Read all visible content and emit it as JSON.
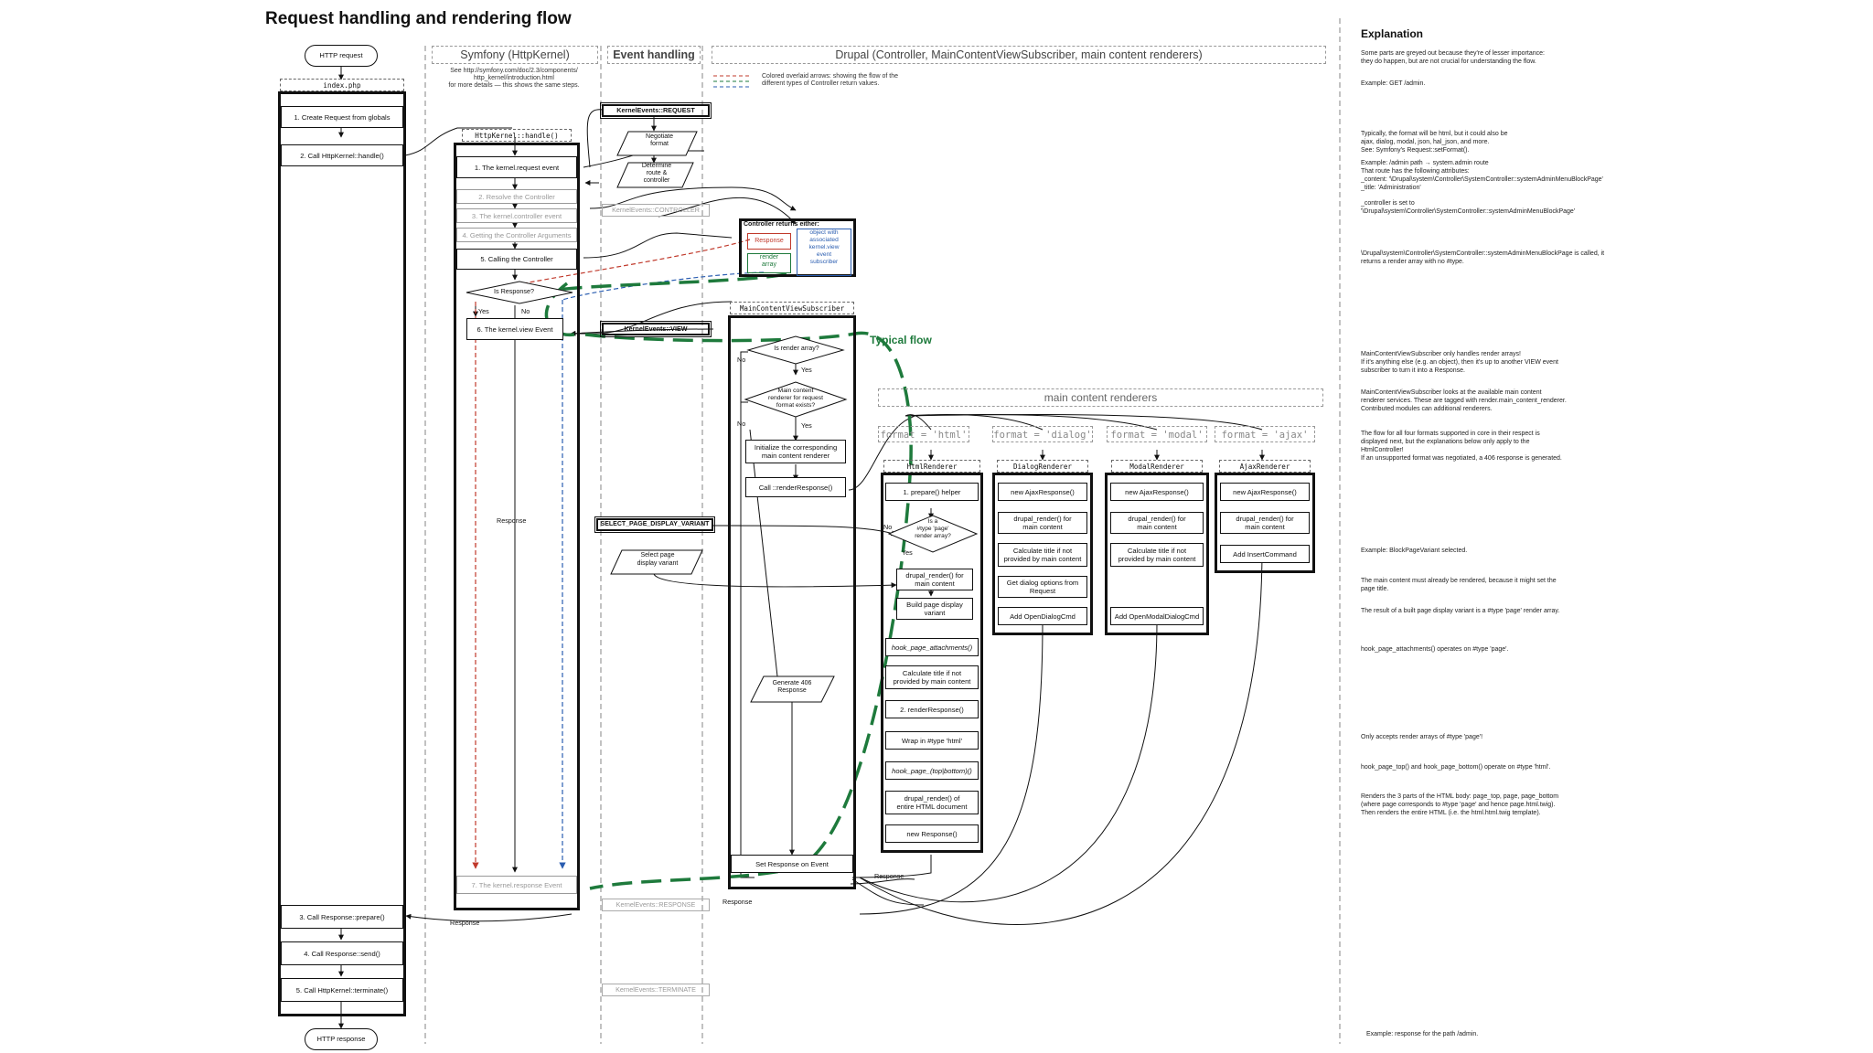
{
  "title": "Request handling and rendering flow",
  "lanes": {
    "symfony": "Symfony (HttpKernel)",
    "events": "Event handling",
    "drupal": "Drupal (Controller, MainContentViewSubscriber, main content renderers)"
  },
  "symfony_note": "See http://symfony.com/doc/2.3/components/\nhttp_kernel/introduction.html\nfor more details — this shows the same steps.",
  "legend": "Colored overlaid arrows: showing the flow of the\ndifferent types of Controller return values.",
  "http_request": "HTTP request",
  "http_response": "HTTP response",
  "index": {
    "header": "index.php",
    "steps": [
      "1. Create Request from globals",
      "2. Call HttpKernel::handle()",
      "3. Call Response::prepare()",
      "4. Call Response::send()",
      "5. Call HttpKernel::terminate()"
    ]
  },
  "kernel": {
    "header": "HttpKernel::handle()",
    "steps": [
      "1. The kernel.request event",
      "2. Resolve the Controller",
      "3. The kernel.controller event",
      "4. Getting the Controller Arguments",
      "5. Calling the Controller"
    ],
    "is_response": "Is Response?",
    "yes": "Yes",
    "no": "No",
    "view_event": "6. The kernel.view Event",
    "response_label": "Response",
    "response_event": "7. The kernel.response Event",
    "response_out": "Response"
  },
  "events": {
    "request": "KernelEvents::REQUEST",
    "negotiate": "Negotiate\nformat",
    "determine": "Determine\nroute &\ncontroller",
    "controller": "KernelEvents::CONTROLLER",
    "view": "KernelEvents::VIEW",
    "select_variant": "SELECT_PAGE_DISPLAY_VARIANT",
    "select_page": "Select page\ndisplay variant",
    "response": "KernelEvents::RESPONSE",
    "terminate": "KernelEvents::TERMINATE"
  },
  "controller_box": {
    "title": "Controller returns either:",
    "response": "Response",
    "render_array": "render\narray",
    "object": "object with\nassociated\nkernel.view\nevent\nsubscriber"
  },
  "typical_flow": "Typical flow",
  "subscriber": {
    "header": "MainContentViewSubscriber",
    "is_render_array": "Is render array?",
    "no": "No",
    "yes": "Yes",
    "renderer_exists": "Main content\nrenderer for request\nformat exists?",
    "no2": "No",
    "yes2": "Yes",
    "init": "Initialize the corresponding\nmain content renderer",
    "call": "Call ::renderResponse()",
    "gen406": "Generate 406\nResponse",
    "set_response": "Set Response on Event",
    "response_label": "Response"
  },
  "renderers_title": "main content renderers",
  "formats": [
    "format = 'html'",
    "format = 'dialog'",
    "format = 'modal'",
    "format = 'ajax'"
  ],
  "html_renderer": {
    "header": "HtmlRenderer",
    "steps": [
      "1. prepare() helper",
      "drupal_render() for\nmain content",
      "Build page display\nvariant",
      "hook_page_attachments()",
      "Calculate title if not\nprovided by main content",
      "2. renderResponse()",
      "Wrap in #type 'html'",
      "hook_page_(top|bottom)()",
      "drupal_render() of\nentire HTML document",
      "new Response()"
    ],
    "decision": "Is a\n#type 'page'\nrender array?",
    "no": "No",
    "yes": "Yes",
    "response_label": "Response"
  },
  "dialog_renderer": {
    "header": "DialogRenderer",
    "steps": [
      "new AjaxResponse()",
      "drupal_render() for\nmain content",
      "Calculate title if not\nprovided by main content",
      "Get dialog options from\nRequest",
      "Add OpenDialogCmd"
    ]
  },
  "modal_renderer": {
    "header": "ModalRenderer",
    "steps": [
      "new AjaxResponse()",
      "drupal_render() for\nmain content",
      "Calculate title if not\nprovided by main content",
      "Add OpenModalDialogCmd"
    ]
  },
  "ajax_renderer": {
    "header": "AjaxRenderer",
    "steps": [
      "new AjaxResponse()",
      "drupal_render() for\nmain content",
      "Add InsertCommand"
    ]
  },
  "explanation": {
    "title": "Explanation",
    "notes": [
      "Some parts are greyed out because they're of lesser importance:\nthey do happen, but are not crucial for understanding the flow.",
      "Example: GET /admin.",
      "Typically, the format will be html, but it could also be\najax, dialog, modal, json, hal_json, and more.\nSee: Symfony's Request::setFormat().",
      "Example: /admin path → system.admin route\nThat route has the following attributes:\n  _content: '\\Drupal\\system\\Controller\\SystemController::systemAdminMenuBlockPage'\n  _title: 'Administration'",
      "_controller is set to '\\Drupal\\system\\Controller\\SystemController::systemAdminMenuBlockPage'",
      "\\Drupal\\system\\Controller\\SystemController::systemAdminMenuBlockPage is called, it\nreturns a render array with no #type.",
      "MainContentViewSubscriber only handles render arrays!\nIf it's anything else (e.g. an object), then it's up to another VIEW event\nsubscriber to turn it into a Response.",
      "MainContentViewSubscriber looks at the available main content\nrenderer services. These are tagged with render.main_content_renderer.\nContributed modules can additional renderers.",
      "The flow for all four formats supported in core in their respect is\ndisplayed next, but the explanations below only apply to the\nHtmlController!\nIf an unsupported format was negotiated, a 406 response is generated.",
      "Example: BlockPageVariant selected.",
      "The main content must already be rendered, because it might set the\npage title.",
      "The result of a built page display variant is a #type 'page' render array.",
      "hook_page_attachments() operates on #type 'page'.",
      "Only accepts render arrays of #type 'page'!",
      "hook_page_top() and hook_page_bottom() operate on #type 'html'.",
      "Renders the 3 parts of the HTML body: page_top, page, page_bottom\n(where page corresponds to #type 'page' and hence page.html.twig).\nThen renders the entire HTML (i.e. the html.html.twig template).",
      "Example: response for the path /admin."
    ]
  },
  "colors": {
    "red": "#c0392b",
    "green": "#1e7a3c",
    "blue": "#2a5db0"
  }
}
